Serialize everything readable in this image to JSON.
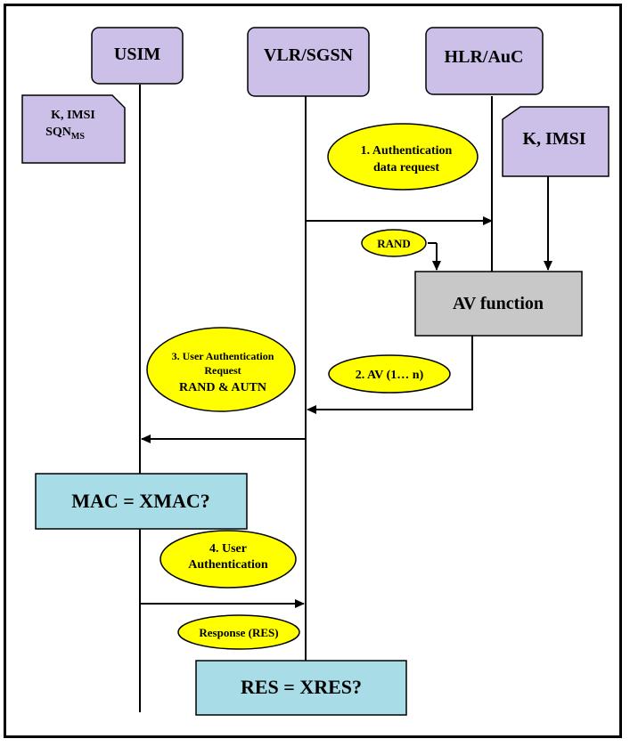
{
  "entities": {
    "usim": "USIM",
    "vlr": "VLR/SGSN",
    "hlr": "HLR/AuC"
  },
  "notes": {
    "usim_line1": "K, IMSI",
    "usim_sqn": "SQN",
    "usim_sqn_sub": "MS",
    "hlr_keys": "K, IMSI"
  },
  "messages": {
    "m1_line1": "1. Authentication",
    "m1_line2": "data request",
    "rand": "RAND",
    "m2": "2. AV (1… n)",
    "m3_line1": "3. User Authentication",
    "m3_line2": "Request",
    "m3_line3": "RAND & AUTN",
    "m4_line1": "4. User",
    "m4_line2": "Authentication",
    "response": "Response (RES)"
  },
  "boxes": {
    "av_function": "AV function",
    "mac_check": "MAC = XMAC?",
    "res_check": "RES = XRES?"
  },
  "colors": {
    "entity_fill": "#ccc0e8",
    "message_fill": "#ffff00",
    "function_fill": "#c8c8c8",
    "check_fill": "#a8dde8"
  }
}
